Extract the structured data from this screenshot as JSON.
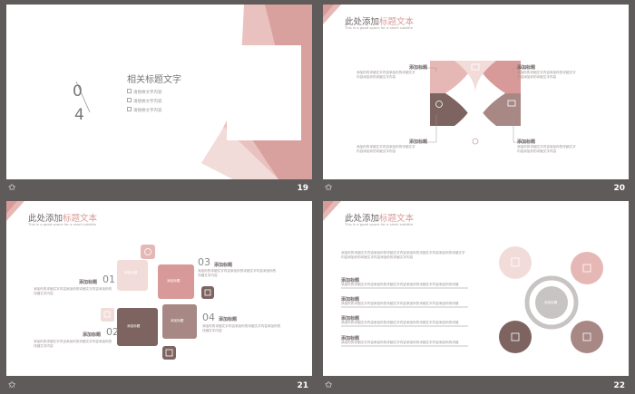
{
  "slides": [
    {
      "number": "19",
      "big_num_top": "0",
      "big_num_bottom": "4",
      "heading": "相关标题文字",
      "bullets": [
        "请替换文字内容",
        "请替换文字内容",
        "请替换文字内容"
      ]
    },
    {
      "number": "20",
      "title_main": "此处添加",
      "title_accent": "标题文本",
      "subtitle": "This is a good space for a short subtitle",
      "items": [
        {
          "label": "添加标题",
          "desc": "添加你的详细文字内容添加你的详细文字内容添加你的详细文字内容"
        },
        {
          "label": "添加标题",
          "desc": "添加你的详细文字内容添加你的详细文字内容添加你的详细文字内容"
        },
        {
          "label": "添加标题",
          "desc": "添加你的详细文字内容添加你的详细文字内容添加你的详细文字内容"
        },
        {
          "label": "添加标题",
          "desc": "添加你的详细文字内容添加你的详细文字内容添加你的详细文字内容"
        }
      ]
    },
    {
      "number": "21",
      "title_main": "此处添加",
      "title_accent": "标题文本",
      "subtitle": "This is a good space for a short subtitle",
      "items": [
        {
          "num": "01",
          "label": "添加标题",
          "desc": "添加你的详细文字内容添加你的详细文字内容添加你的详细文字内容"
        },
        {
          "num": "02",
          "label": "添加标题",
          "desc": "添加你的详细文字内容添加你的详细文字内容添加你的详细文字内容"
        },
        {
          "num": "03",
          "label": "添加标题",
          "desc": "添加你的详细文字内容添加你的详细文字内容添加你的详细文字内容"
        },
        {
          "num": "04",
          "label": "添加标题",
          "desc": "添加你的详细文字内容添加你的详细文字内容添加你的详细文字内容"
        }
      ],
      "box_labels": [
        "添加标题",
        "添加标题",
        "添加标题",
        "添加标题"
      ]
    },
    {
      "number": "22",
      "title_main": "此处添加",
      "title_accent": "标题文本",
      "subtitle": "This is a good space for a short subtitle",
      "intro": "添加你的详细文字内容添加你的详细文字内容添加你的详细文字内容添加你的详细文字内容添加你的详细文字内容添加你的详细文字内容",
      "items": [
        {
          "label": "添加标题",
          "desc": "添加你的详细文字内容添加你的详细文字内容添加你的详细文字内容添加你的详细"
        },
        {
          "label": "添加标题",
          "desc": "添加你的详细文字内容添加你的详细文字内容添加你的详细文字内容添加你的详细"
        },
        {
          "label": "添加标题",
          "desc": "添加你的详细文字内容添加你的详细文字内容添加你的详细文字内容添加你的详细"
        },
        {
          "label": "添加标题",
          "desc": "添加你的详细文字内容添加你的详细文字内容添加你的详细文字内容添加你的详细"
        }
      ],
      "center_label": "添加标题"
    }
  ],
  "colors": {
    "background": "#5f5b5b",
    "pink": "#e6b8b5",
    "rose": "#d89a98",
    "brown": "#7d6460",
    "mauve": "#a88885",
    "grey": "#c9c4c4"
  }
}
